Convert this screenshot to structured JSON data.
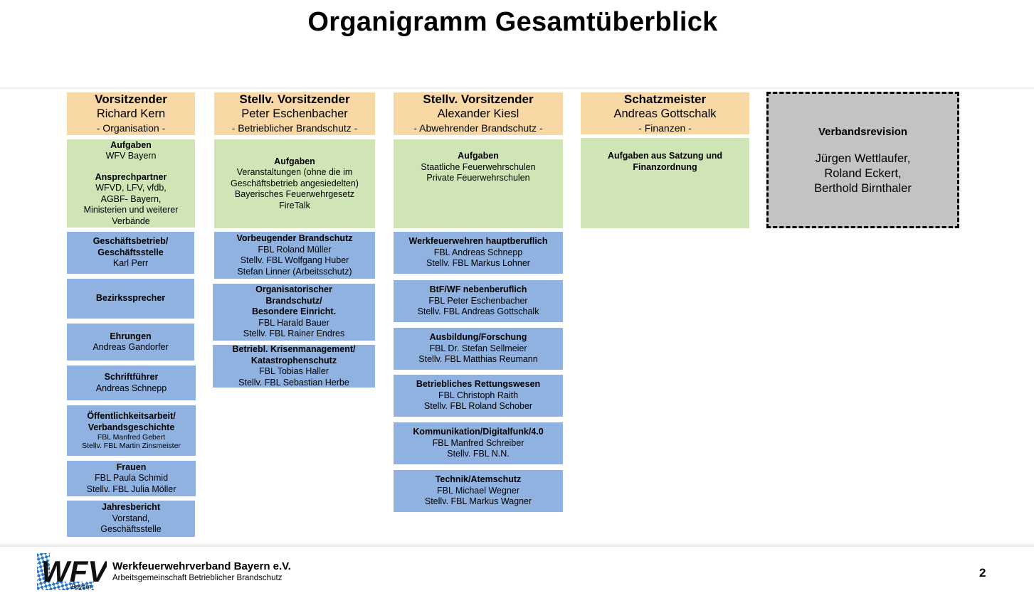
{
  "title": "Organigramm Gesamtüberblick",
  "columns": [
    {
      "head": {
        "role": "Vorsitzender",
        "name": "Richard Kern",
        "area": "- Organisation -"
      },
      "tasks": {
        "h1": "Aufgaben",
        "l1": [
          "WFV Bayern"
        ],
        "h2": "Ansprechpartner",
        "l2": [
          "WFVD, LFV, vfdb,",
          "AGBF- Bayern,",
          "Ministerien und weiterer",
          "Verbände"
        ]
      },
      "units": [
        {
          "title": [
            "Geschäftsbetrieb/",
            "Geschäftsstelle"
          ],
          "lines": [
            "Karl Perr"
          ]
        },
        {
          "title": [
            "Bezirkssprecher"
          ],
          "lines": []
        },
        {
          "title": [
            "Ehrungen"
          ],
          "lines": [
            "Andreas Gandorfer"
          ]
        },
        {
          "title": [
            "Schriftführer"
          ],
          "lines": [
            "Andreas Schnepp"
          ]
        },
        {
          "title": [
            "Öffentlichkeitsarbeit/",
            "Verbandsgeschichte"
          ],
          "small": [
            "FBL Manfred Gebert",
            "Stellv. FBL Martin Zinsmeister"
          ]
        },
        {
          "title": [
            "Frauen"
          ],
          "lines": [
            "FBL Paula Schmid",
            "Stellv. FBL Julia Möller"
          ]
        },
        {
          "title": [
            "Jahresbericht"
          ],
          "lines": [
            "Vorstand,",
            "Geschäftsstelle"
          ]
        }
      ]
    },
    {
      "head": {
        "role": "Stellv. Vorsitzender",
        "name": "Peter Eschenbacher",
        "area": "- Betrieblicher Brandschutz -"
      },
      "tasks": {
        "h1": "Aufgaben",
        "l1": [
          "Veranstaltungen (ohne die im",
          "Geschäftsbetrieb angesiedelten)",
          "Bayerisches Feuerwehrgesetz",
          "FireTalk"
        ]
      },
      "units": [
        {
          "title": [
            "Vorbeugender Brandschutz"
          ],
          "lines": [
            "FBL Roland Müller",
            "Stellv. FBL Wolfgang Huber",
            "Stefan Linner (Arbeitsschutz)"
          ]
        },
        {
          "title": [
            "Organisatorischer",
            "Brandschutz/",
            "Besondere Einricht."
          ],
          "lines": [
            "FBL Harald Bauer",
            "Stellv. FBL Rainer Endres"
          ]
        },
        {
          "title": [
            "Betriebl. Krisenmanagement/",
            "Katastrophenschutz"
          ],
          "lines": [
            "FBL Tobias Haller",
            "Stellv. FBL Sebastian Herbe"
          ]
        }
      ]
    },
    {
      "head": {
        "role": "Stellv. Vorsitzender",
        "name": "Alexander Kiesl",
        "area": "- Abwehrender Brandschutz -"
      },
      "tasks": {
        "h1": "Aufgaben",
        "l1": [
          "Staatliche Feuerwehrschulen",
          "Private Feuerwehrschulen"
        ]
      },
      "units": [
        {
          "title": [
            "Werkfeuerwehren hauptberuflich"
          ],
          "lines": [
            "FBL Andreas Schnepp",
            "Stellv. FBL Markus Lohner"
          ]
        },
        {
          "title": [
            "BtF/WF nebenberuflich"
          ],
          "lines": [
            "FBL Peter Eschenbacher",
            "Stellv. FBL Andreas Gottschalk"
          ]
        },
        {
          "title": [
            "Ausbildung/Forschung"
          ],
          "lines": [
            "FBL Dr. Stefan Sellmeier",
            "Stellv. FBL Matthias Reumann"
          ]
        },
        {
          "title": [
            "Betriebliches Rettungswesen"
          ],
          "lines": [
            "FBL Christoph Raith",
            "Stellv. FBL Roland Schober"
          ]
        },
        {
          "title": [
            "Kommunikation/Digitalfunk/4.0"
          ],
          "lines": [
            "FBL Manfred Schreiber",
            "Stellv. FBL N.N."
          ]
        },
        {
          "title": [
            "Technik/Atemschutz"
          ],
          "lines": [
            "FBL Michael Wegner",
            "Stellv. FBL Markus Wagner"
          ]
        }
      ]
    },
    {
      "head": {
        "role": "Schatzmeister",
        "name": "Andreas Gottschalk",
        "area": "- Finanzen -"
      },
      "tasks": {
        "h1": "Aufgaben aus Satzung und",
        "l1": [],
        "h1b": "Finanzordnung"
      },
      "units": []
    }
  ],
  "revision": {
    "title": "Verbandsrevision",
    "names": [
      "Jürgen Wettlaufer,",
      "Roland Eckert,",
      "Berthold Birnthaler"
    ]
  },
  "footer": {
    "logo_text": "WFV",
    "logo_sub": "Bayern",
    "org_name": "Werkfeuerwehrverband Bayern e.V.",
    "org_sub": "Arbeitsgemeinschaft Betrieblicher Brandschutz",
    "page_number": "2"
  },
  "colors": {
    "head": "#f8d8a5",
    "tasks": "#cfe5b5",
    "unit": "#8fb2e0",
    "revision": "#c3c3c3",
    "logo_blue": "#2f78c8"
  }
}
